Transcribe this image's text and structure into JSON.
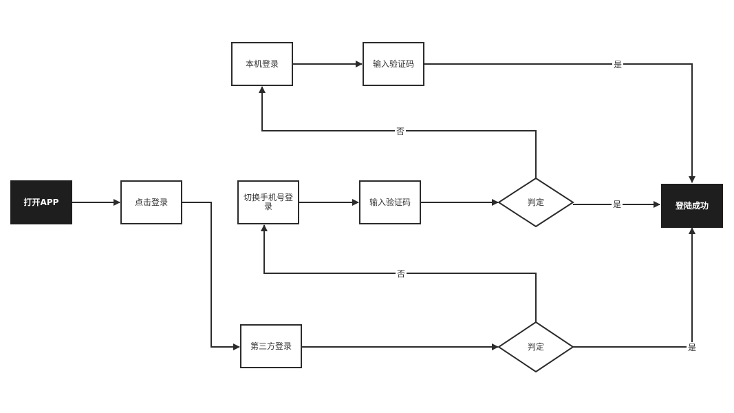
{
  "nodes": {
    "open_app": "打开APP",
    "click_login": "点击登录",
    "local_login": "本机登录",
    "input_code_top": "输入验证码",
    "switch_phone_login": "切换手机号登录",
    "input_code_mid": "输入验证码",
    "judge_mid": "判定",
    "third_party_login": "第三方登录",
    "judge_bottom": "判定",
    "login_success": "登陆成功"
  },
  "edge_labels": {
    "yes_top": "是",
    "no_top": "否",
    "yes_mid": "是",
    "no_bottom": "否",
    "yes_bottom": "是"
  },
  "colors": {
    "line": "#2b2b2b",
    "dark_fill": "#1e1e1e",
    "text": "#333333"
  }
}
